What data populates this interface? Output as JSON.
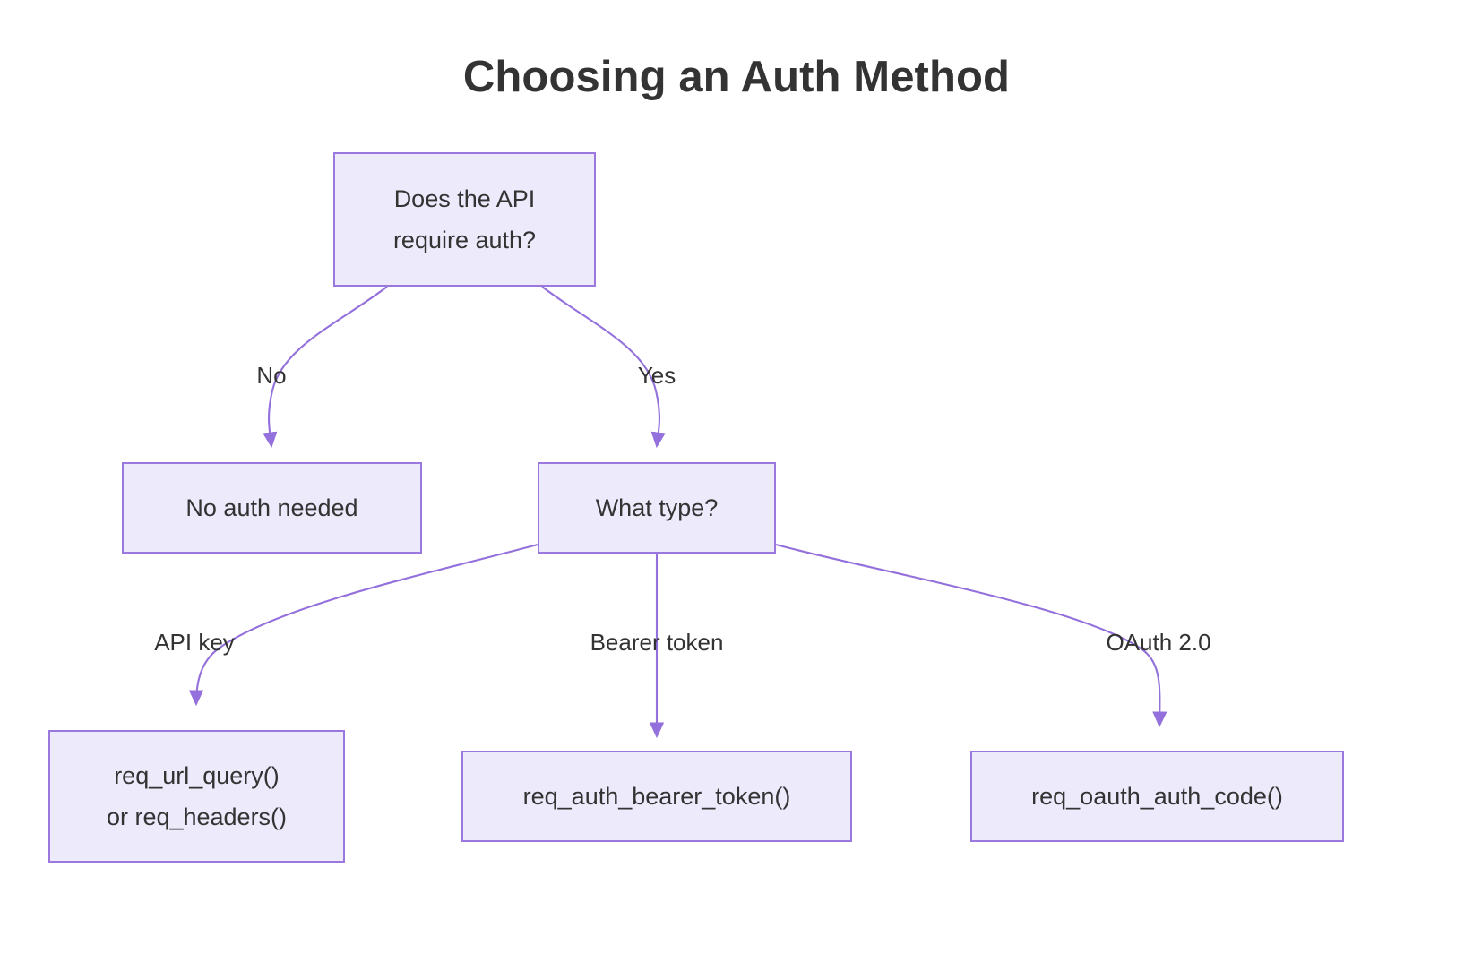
{
  "title": "Choosing an Auth Method",
  "colors": {
    "node_fill": "#ECEAFB",
    "node_border": "#9B78DE",
    "edge_stroke": "#9370DB",
    "text": "#333333",
    "background": "#FFFFFF"
  },
  "chart_data": {
    "type": "diagram",
    "diagram_type": "flowchart",
    "direction": "top-down",
    "title": "Choosing an Auth Method",
    "nodes": [
      {
        "id": "root",
        "label": "Does the API\nrequire auth?",
        "shape": "rect"
      },
      {
        "id": "noauth",
        "label": "No auth needed",
        "shape": "rect"
      },
      {
        "id": "type",
        "label": "What type?",
        "shape": "rect"
      },
      {
        "id": "apikey",
        "label": "req_url_query()\nor req_headers()",
        "shape": "rect"
      },
      {
        "id": "bearer",
        "label": "req_auth_bearer_token()",
        "shape": "rect"
      },
      {
        "id": "oauth",
        "label": "req_oauth_auth_code()",
        "shape": "rect"
      }
    ],
    "edges": [
      {
        "from": "root",
        "to": "noauth",
        "label": "No"
      },
      {
        "from": "root",
        "to": "type",
        "label": "Yes"
      },
      {
        "from": "type",
        "to": "apikey",
        "label": "API key"
      },
      {
        "from": "type",
        "to": "bearer",
        "label": "Bearer token"
      },
      {
        "from": "type",
        "to": "oauth",
        "label": "OAuth 2.0"
      }
    ]
  },
  "nodes": {
    "root": {
      "label": "Does the API\nrequire auth?"
    },
    "noauth": {
      "label": "No auth needed"
    },
    "type": {
      "label": "What type?"
    },
    "apikey": {
      "label": "req_url_query()\nor req_headers()"
    },
    "bearer": {
      "label": "req_auth_bearer_token()"
    },
    "oauth": {
      "label": "req_oauth_auth_code()"
    }
  },
  "edge_labels": {
    "no": "No",
    "yes": "Yes",
    "api_key": "API key",
    "bearer_token": "Bearer token",
    "oauth": "OAuth 2.0"
  }
}
